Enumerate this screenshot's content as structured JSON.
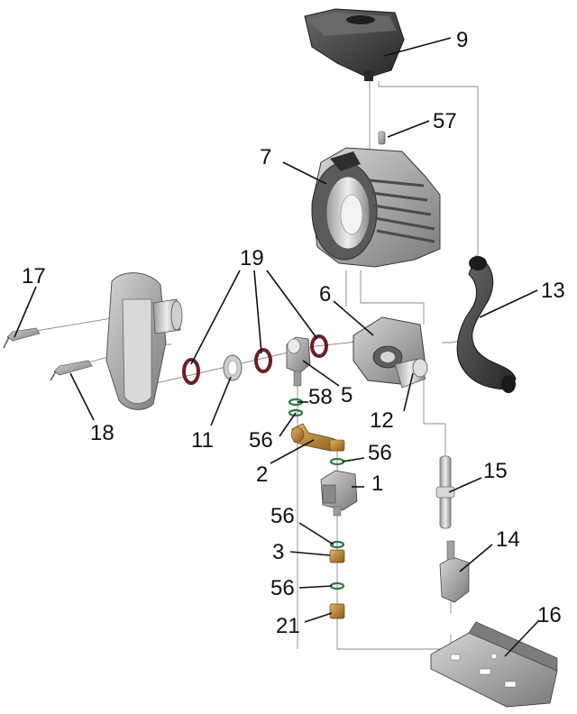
{
  "diagram": {
    "callouts": {
      "c9": "9",
      "c57": "57",
      "c7": "7",
      "c13": "13",
      "c17": "17",
      "c19": "19",
      "c6": "6",
      "c18": "18",
      "c5": "5",
      "c12": "12",
      "c11": "11",
      "c58": "58",
      "c56a": "56",
      "c2": "2",
      "c56b": "56",
      "c1": "1",
      "c15": "15",
      "c56c": "56",
      "c3": "3",
      "c14": "14",
      "c56d": "56",
      "c16": "16",
      "c21": "21"
    },
    "colors": {
      "part_dark": "#3a3a3a",
      "part_mid": "#8c8c8c",
      "part_light": "#cfcfcf",
      "gasket_red": "#6b1f22",
      "brass": "#b07a2e",
      "oring_green": "#2f7a3a"
    }
  }
}
